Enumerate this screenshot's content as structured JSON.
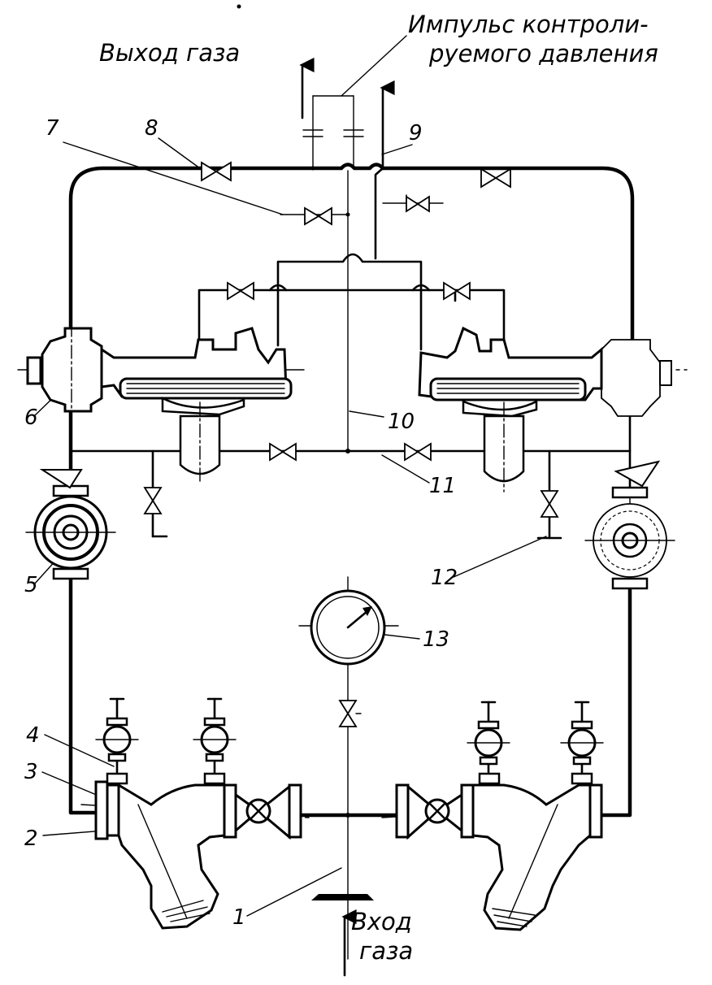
{
  "labels": {
    "gas_out": "Выход газа",
    "impulse_line1": "Импульс контроли-",
    "impulse_line2": "руемого давления",
    "gas_in_line1": "Вход",
    "gas_in_line2": "газа"
  },
  "callouts": [
    "1",
    "2",
    "3",
    "4",
    "5",
    "6",
    "7",
    "8",
    "9",
    "10",
    "11",
    "12",
    "13"
  ]
}
